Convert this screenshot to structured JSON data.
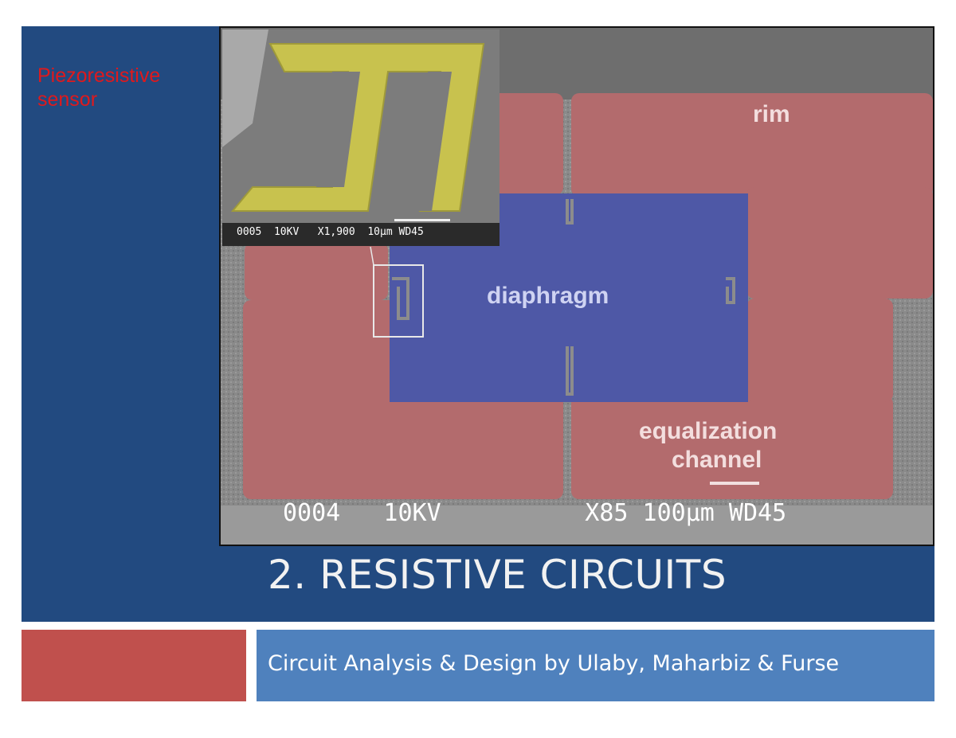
{
  "slide": {
    "sensor_label": "Piezoresistive sensor",
    "title": "2. RESISTIVE CIRCUITS",
    "subtitle": "Circuit Analysis & Design by Ulaby, Maharbiz & Furse"
  },
  "micrograph": {
    "labels": {
      "rim": "rim",
      "diaphragm": "diaphragm",
      "equalization_line1": "equalization",
      "equalization_line2": "channel"
    },
    "scale_bar_text": "0004   10KV          X85 100µm WD45",
    "inset_scale_text": "0005  10KV   X1,900  10µm WD45"
  },
  "colors": {
    "panel_blue": "#224a80",
    "accent_red": "#c0504d",
    "accent_blue": "#4f81bd",
    "sensor_label_red": "#e0191c"
  }
}
